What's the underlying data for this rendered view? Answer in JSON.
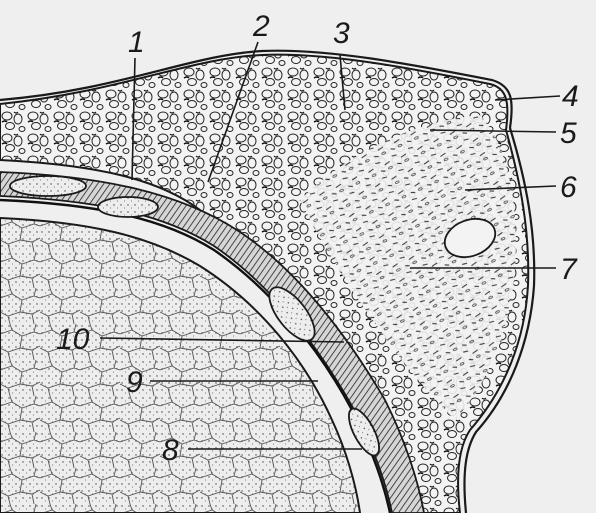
{
  "figure": {
    "labels": [
      "1",
      "2",
      "3",
      "4",
      "5",
      "6",
      "7",
      "8",
      "9",
      "10"
    ]
  },
  "colors": {
    "background": "#efefef",
    "ink": "#1a1a1a",
    "tissue_fill": "#f4f4f4",
    "muscle_fill": "#7a7a7a",
    "bone_fill": "#ececec"
  }
}
